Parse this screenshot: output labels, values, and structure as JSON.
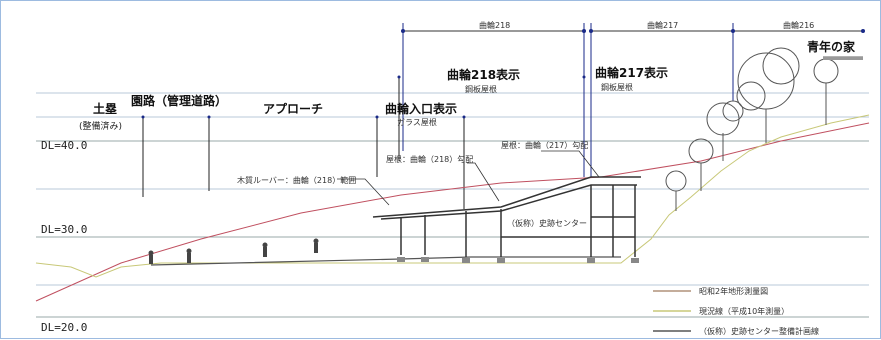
{
  "levels": {
    "dl40": "DL=40.0",
    "dl30": "DL=30.0",
    "dl20": "DL=20.0"
  },
  "dimensions": {
    "c218": "曲輪218",
    "c217": "曲輪217",
    "c216": "曲輪216"
  },
  "labels": {
    "seinen": "青年の家",
    "c218_hyoji": "曲輪218表示",
    "c218_sub": "鋼板屋根",
    "c217_hyoji": "曲輪217表示",
    "c217_sub": "鋼板屋根",
    "dorui": "土塁",
    "dorui_sub": "(整備済み)",
    "enro": "園路（管理道路）",
    "approach": "アプローチ",
    "iriguchi": "曲輪入口表示",
    "iriguchi_sub": "ガラス屋根",
    "roof218": "屋根：曲輪（218）勾配",
    "roof217": "屋根：曲輪（217）勾配",
    "louver": "木質ルーバー：曲輪（218）範囲",
    "center": "（仮称）史跡センター"
  },
  "legend": [
    {
      "label": "昭和2年地形測量図",
      "color": "#b0927a"
    },
    {
      "label": "現況線（平成10年測量）",
      "color": "#c8c878"
    },
    {
      "label": "（仮称）史跡センター整備計画線",
      "color": "#555555"
    }
  ]
}
